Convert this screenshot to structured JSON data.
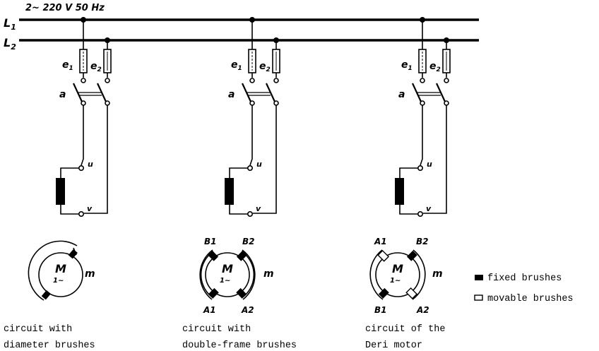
{
  "supply": {
    "label": "2~  220 V  50 Hz",
    "line1": "L1",
    "line2": "L2"
  },
  "circuit_labels": {
    "fuse1": "e1",
    "fuse2": "e2",
    "switch": "a",
    "terminal_u": "u",
    "terminal_v": "v",
    "motor": "M",
    "motor_phase": "1~",
    "winding": "m"
  },
  "circuits": [
    {
      "caption_line1": "circuit with",
      "caption_line2": "diameter brushes"
    },
    {
      "caption_line1": "circuit with",
      "caption_line2": "double-frame brushes",
      "brushes": {
        "top_left": "B1",
        "top_right": "B2",
        "bottom_left": "A1",
        "bottom_right": "A2"
      }
    },
    {
      "caption_line1": "circuit of the",
      "caption_line2": "Deri motor",
      "brushes": {
        "top_left": "A1",
        "top_right": "B2",
        "bottom_left": "B1",
        "bottom_right": "A2"
      }
    }
  ],
  "legend": {
    "fixed": "fixed brushes",
    "movable": "movable brushes"
  }
}
